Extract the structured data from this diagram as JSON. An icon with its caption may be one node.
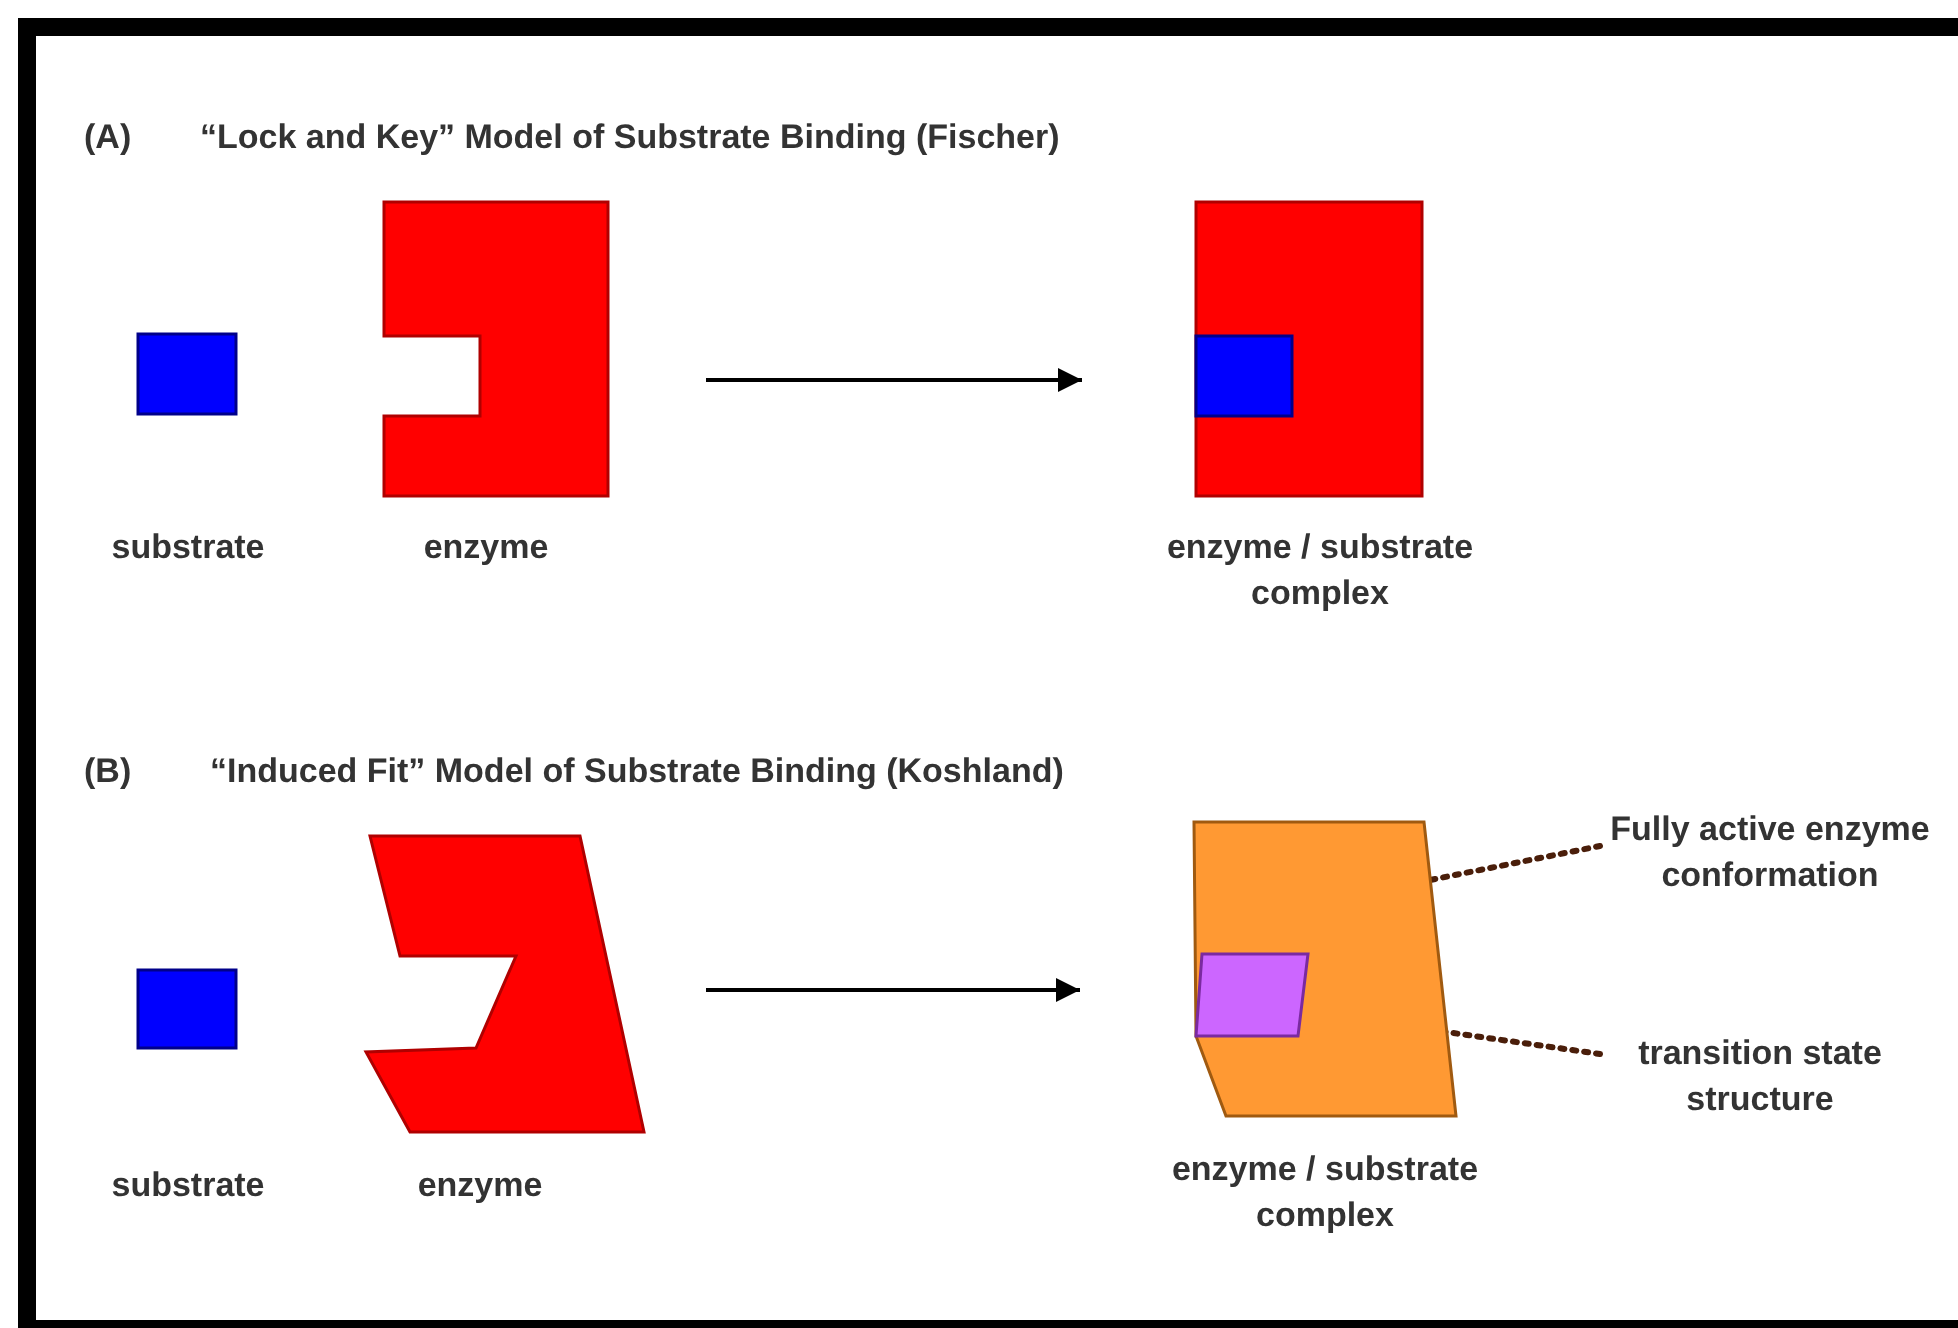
{
  "diagram": {
    "nodes": [
      {
        "text": [],
        "shape": "box",
        "beside": [
          "substrate"
        ]
      },
      {
        "text": [],
        "shape": "box",
        "beside": [
          "enzyme"
        ]
      },
      {
        "text": [],
        "shape": "box",
        "beside": [
          "enzyme / substrate complex"
        ]
      },
      {
        "text": [],
        "shape": "box",
        "beside": [
          "substrate"
        ]
      },
      {
        "text": [],
        "shape": "box",
        "beside": [
          "enzyme"
        ]
      },
      {
        "text": [],
        "shape": "box",
        "beside": [
          "enzyme / substrate complex"
        ]
      },
      {
        "text": [],
        "shape": "box",
        "in": 5
      },
      {
        "text": [
          "Fully active enzyme conformation"
        ]
      },
      {
        "text": [
          "transition state structure"
        ]
      }
    ],
    "edges": [
      {
        "from": 1,
        "to": 2,
        "arrow": "to"
      },
      {
        "from": 4,
        "to": 5,
        "arrow": "to"
      },
      {
        "from": 7,
        "to": 5,
        "arrow": "none",
        "style": "dashed",
        "color": "#4a1e0a"
      },
      {
        "from": 8,
        "to": 6,
        "arrow": "none",
        "style": "dashed",
        "color": "#4a1e0a"
      }
    ],
    "labels": [
      "(A)",
      "“Lock and Key” Model of Substrate Binding (Fischer)",
      "(B)",
      "“Induced Fit” Model of Substrate Binding (Koshland)"
    ]
  }
}
